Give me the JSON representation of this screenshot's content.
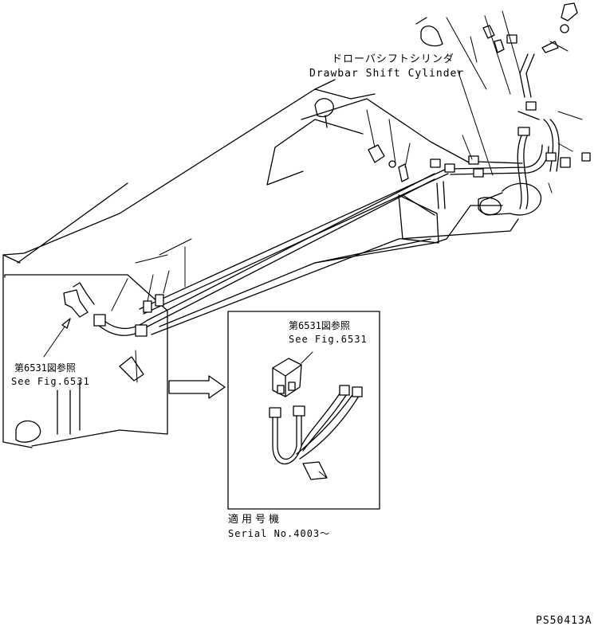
{
  "labels": {
    "cylinder_jp": "ドローバシフトシリンダ",
    "cylinder_en": "Drawbar Shift Cylinder",
    "ref_left_jp": "第6531図参照",
    "ref_left_en": "See Fig.6531",
    "ref_inset_jp": "第6531図参照",
    "ref_inset_en": "See Fig.6531",
    "serial_jp": "適用号機",
    "serial_en": "Serial No.4003～",
    "drawing_code": "PS50413A"
  }
}
